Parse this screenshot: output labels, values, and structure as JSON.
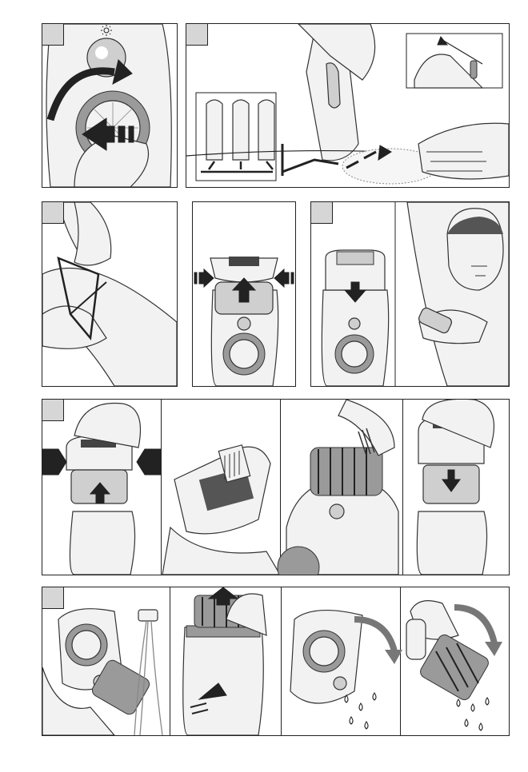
{
  "steps": [
    {
      "id": "1",
      "label": ""
    },
    {
      "id": "2",
      "label": ""
    },
    {
      "id": "3",
      "label": ""
    },
    {
      "id": "4",
      "label": ""
    },
    {
      "id": "5",
      "label": ""
    },
    {
      "id": "6",
      "label": ""
    },
    {
      "id": "7",
      "label": ""
    }
  ],
  "icons": {
    "light": "sun-light-icon",
    "arrow": "direction-arrow-icon",
    "drop": "water-drop-icon"
  },
  "colors": {
    "line": "#222222",
    "fill": "#ececec",
    "label_bg": "#d6d6d6"
  }
}
